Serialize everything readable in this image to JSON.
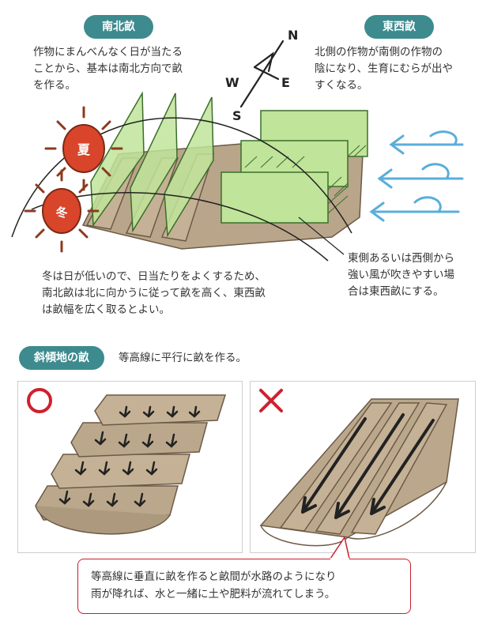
{
  "top": {
    "label_ns": "南北畝",
    "label_ew": "東西畝",
    "text_ns": [
      "作物にまんべんなく日が当たる",
      "ことから、基本は南北方向で畝",
      "を作る。"
    ],
    "text_ew": [
      "北側の作物が南側の作物の",
      "陰になり、生育にむらが出や",
      "すくなる。"
    ],
    "text_winter": [
      "冬は日が低いので、日当たりをよくするため、",
      "南北畝は北に向かうに従って畝を高く、東西畝",
      "は畝幅を広く取るとよい。"
    ],
    "text_wind": [
      "東側あるいは西側から",
      "強い風が吹きやすい場",
      "合は東西畝にする。"
    ],
    "sun_summer": "夏",
    "sun_winter": "冬",
    "compass": {
      "n": "N",
      "s": "S",
      "e": "E",
      "w": "W"
    }
  },
  "slope": {
    "label": "斜傾地の畝",
    "desc": "等高線に平行に畝を作る。",
    "good_mark": "○",
    "bad_mark": "×",
    "note": [
      "等高線に垂直に畝を作ると畝間が水路のようになり",
      "雨が降れば、水と一緒に土や肥料が流れてしまう。"
    ]
  },
  "colors": {
    "teal": "#3d8b8f",
    "red": "#d0202e",
    "soil": "#b9a58a",
    "leaf": "#bfe49a",
    "wind": "#5aaedc"
  }
}
